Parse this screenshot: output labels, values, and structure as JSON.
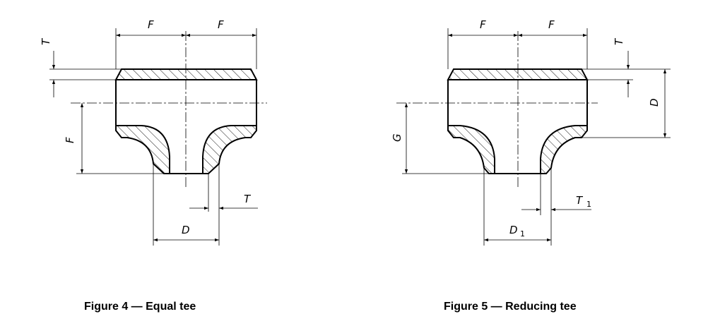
{
  "figures": [
    {
      "caption": "Figure 4 — Equal tee",
      "labels": {
        "F_left": "F",
        "F_right": "F",
        "T": "T",
        "F_branch": "F",
        "D": "D",
        "T_branch": "T"
      }
    },
    {
      "caption": "Figure 5 — Reducing tee",
      "labels": {
        "F_left": "F",
        "F_right": "F",
        "T": "T",
        "D": "D",
        "G": "G",
        "D1": "D",
        "D1_sub": "1",
        "T1": "T",
        "T1_sub": "1"
      }
    }
  ],
  "colors": {
    "line": "#000000",
    "hatch": "#000000",
    "background": "#ffffff"
  }
}
